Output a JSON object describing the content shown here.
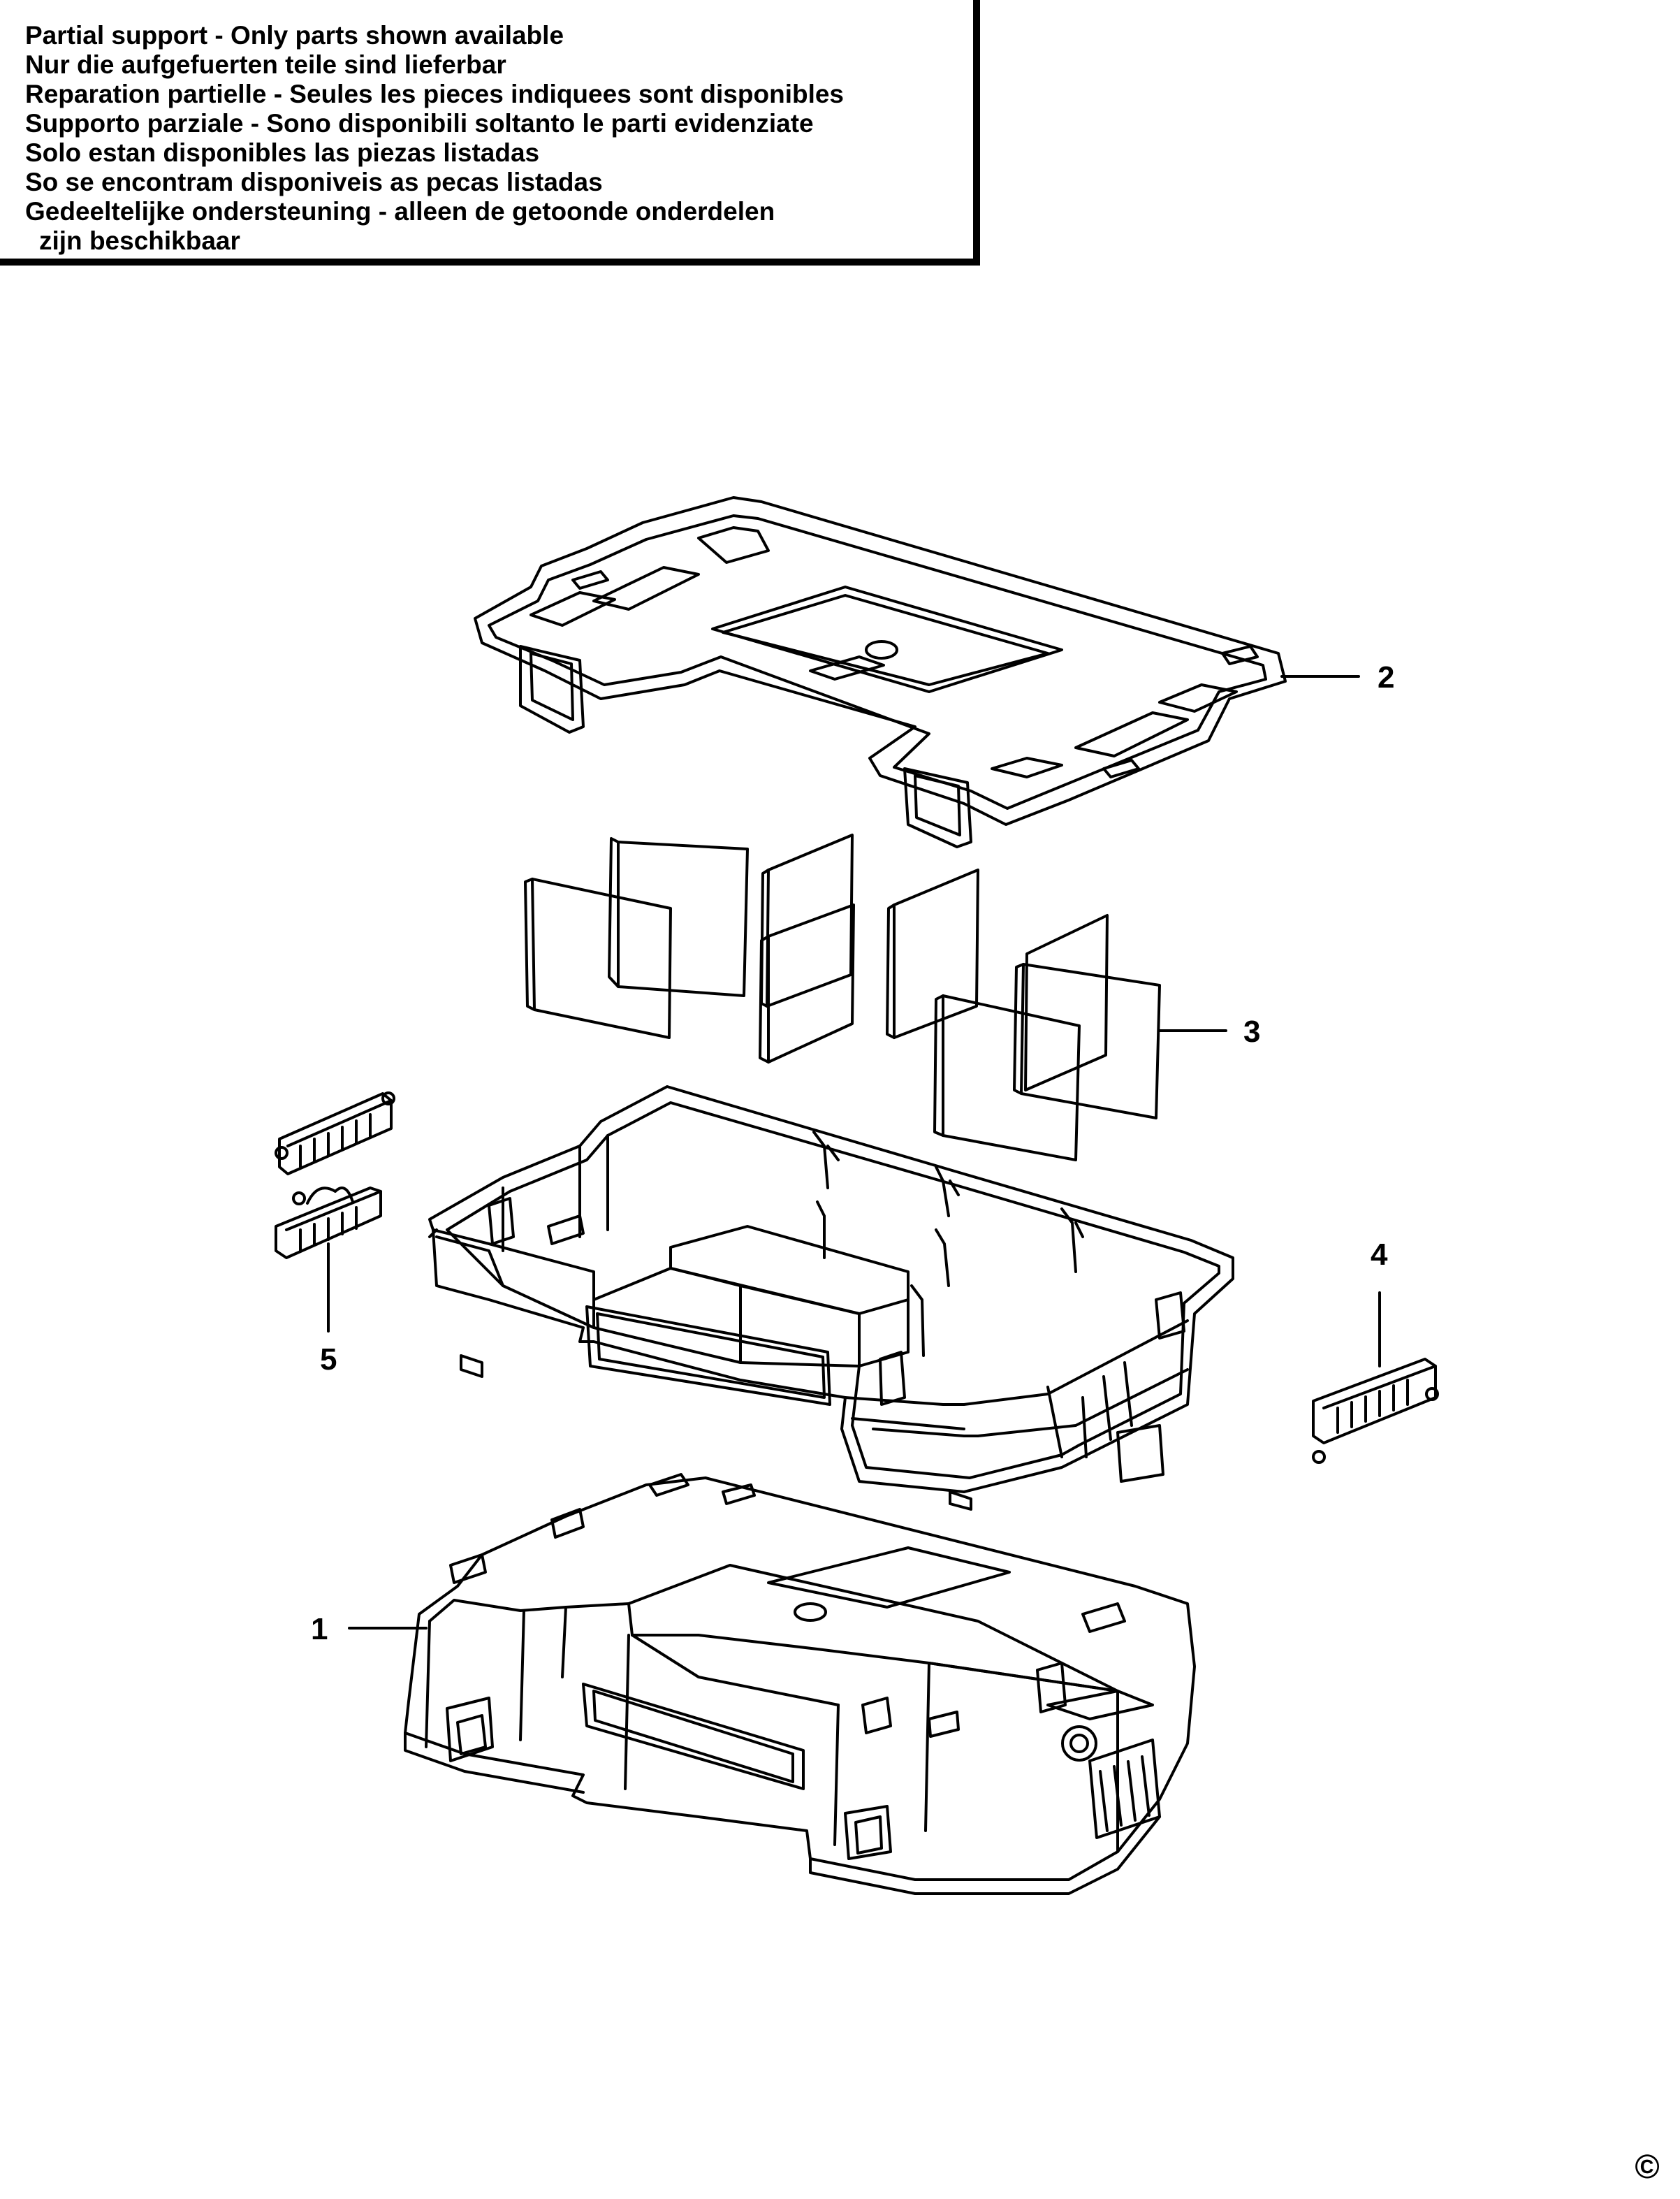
{
  "notice": {
    "lines": [
      "Partial support - Only parts shown available",
      "Nur die aufgefuerten teile sind lieferbar",
      "Reparation partielle - Seules les pieces indiquees sont disponibles",
      "Supporto parziale - Sono disponibili soltanto le parti evidenziate",
      "Solo estan disponibles las piezas listadas",
      "So se encontram disponiveis as pecas listadas",
      "Gedeeltelijke ondersteuning - alleen de getoonde onderdelen",
      "  zijn beschikbaar"
    ]
  },
  "callouts": [
    "1",
    "2",
    "3",
    "4",
    "5"
  ],
  "copyright": "©"
}
